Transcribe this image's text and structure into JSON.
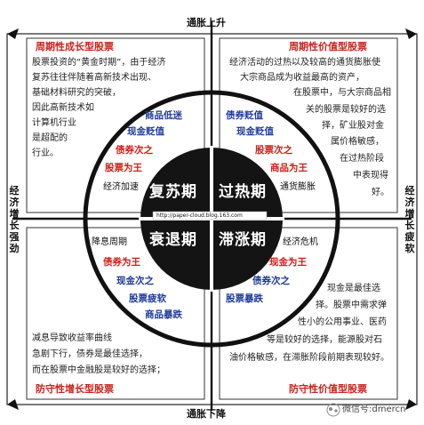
{
  "axes": {
    "top": "通胀上升",
    "bottom": "通胀下降",
    "left": "经济增长强劲",
    "right": "经济增长疲软"
  },
  "quadrants": {
    "top_left": {
      "title": "周期性成长型股票",
      "desc": [
        "股票投资的“黄金时期”，由于经济",
        "复苏往往伴随着高新技术出现、",
        "基础材料研究的突破，",
        "因此高新技术如",
        "计算机行业",
        "是超配的",
        "行业。"
      ],
      "blue1": "商品低迷",
      "blue2": "现金贬值",
      "red1": "债券次之",
      "red2": "股票为王",
      "note": "经济加速"
    },
    "top_right": {
      "title": "周期性价值型股票",
      "desc": [
        "经济活动的过热以及较高的通货膨胀使",
        "大宗商品成为收益最高的资产，",
        "在股票中，与大宗商品相",
        "关的股票是较好的选",
        "择，矿业股对金",
        "属价格敏感，",
        "在过热阶段",
        "中表现得",
        "好。"
      ],
      "blue1": "债券贬值",
      "blue2": "现金贬值",
      "red1": "股票次之",
      "red2": "商品为王",
      "note": "通货膨胀"
    },
    "bottom_left": {
      "title": "防守性增长型股票",
      "desc": [
        "减息导致收益率曲线",
        "急剧下行，债券是最佳选择，",
        "而在股票中金融股是较好的选择；"
      ],
      "note": "降息周期",
      "red1": "债券为王",
      "blue1": "现金次之",
      "blue2": "股票疲软",
      "blue3": "商品暴跌"
    },
    "bottom_right": {
      "title": "防守性价值型股票",
      "desc": [
        "现金是最佳选",
        "择。股票中需求弹",
        "性小的公用事业、医药",
        "等是较好的选择，能源股对石",
        "油价格敏感，在滞胀阶段前期表现较好。"
      ],
      "note": "经济危机",
      "red1": "现金为王",
      "blue1": "债券次之",
      "blue2": "股票暴跌"
    }
  },
  "phases": {
    "top_left": "复苏期",
    "top_right": "过热期",
    "bottom_left": "衰退期",
    "bottom_right": "滞涨期"
  },
  "url": "http://paper-cloud.blog.163.com",
  "watermark": "微信号:dmercn",
  "colors": {
    "red": "#d41c16",
    "blue": "#1e3a9a",
    "circle": "#141414"
  }
}
